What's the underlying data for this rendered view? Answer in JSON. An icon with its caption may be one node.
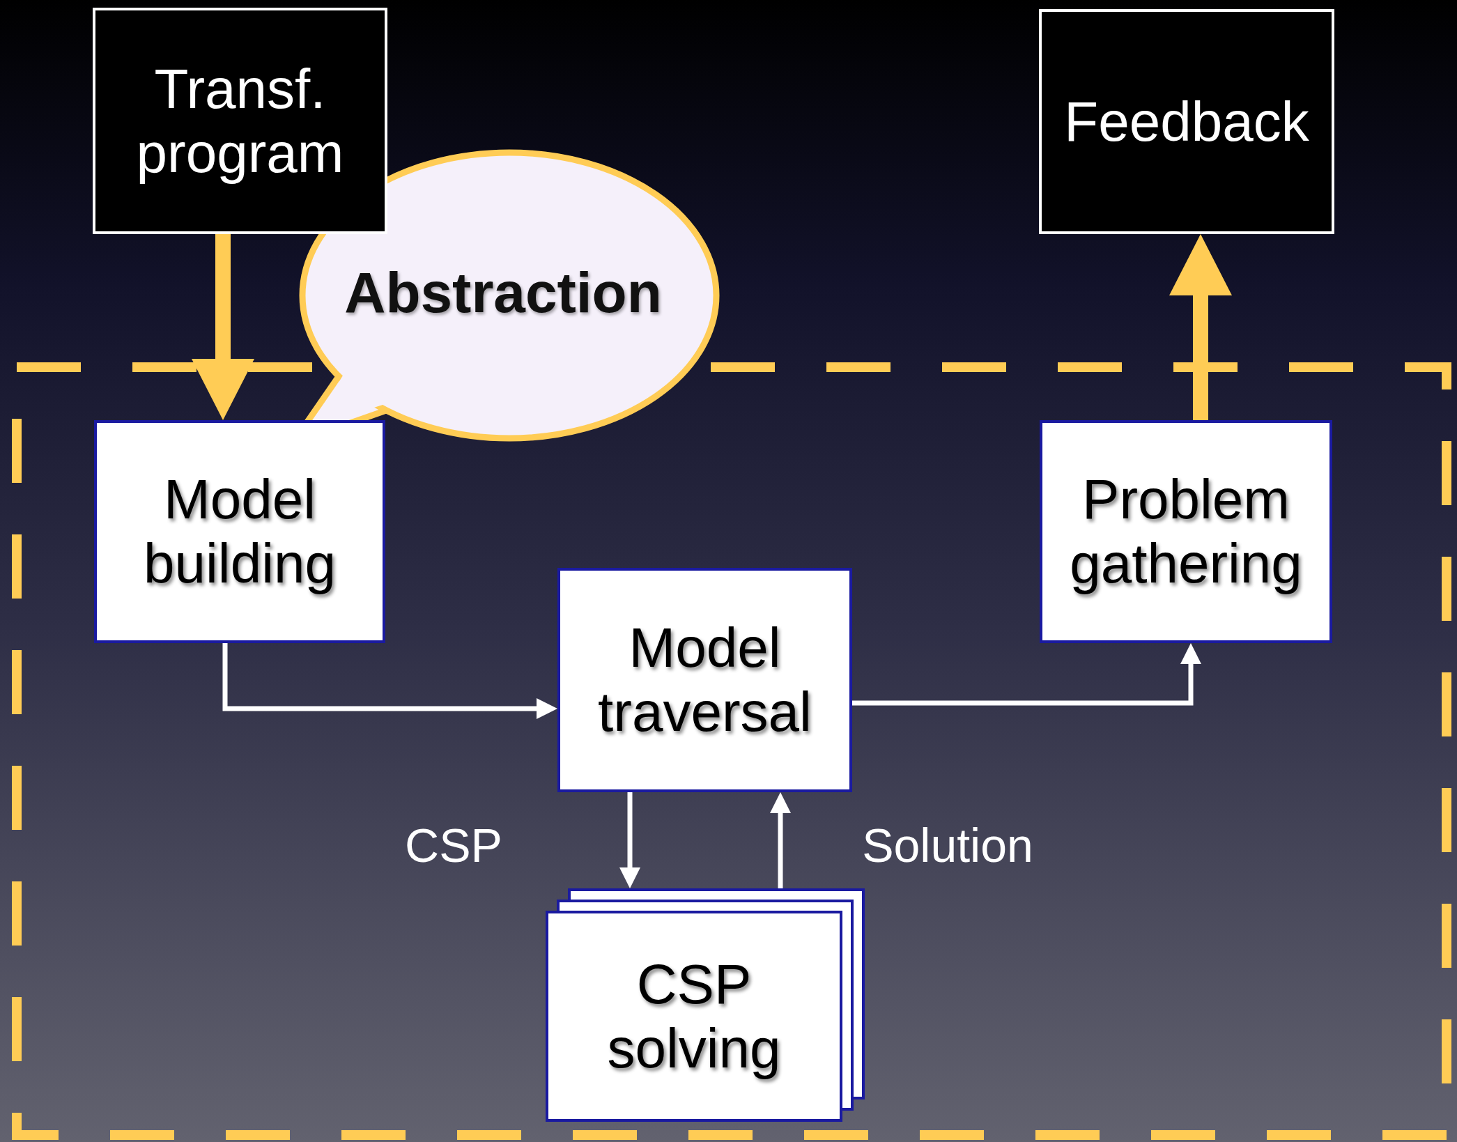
{
  "diagram": {
    "nodes": [
      {
        "text": [
          "Transf. program"
        ]
      },
      {
        "text": [
          "Abstraction"
        ]
      },
      {
        "text": [
          "Feedback"
        ]
      },
      {
        "text": [],
        "shape": "box"
      },
      {
        "text": [
          "Model building"
        ],
        "in": 3
      },
      {
        "text": [
          "Problem gathering"
        ],
        "in": 3
      },
      {
        "text": [
          "Model traversal"
        ],
        "in": 3
      },
      {
        "text": [
          "CSP solving"
        ],
        "in": 3
      }
    ],
    "edges": [
      {
        "from": 0,
        "to": 4,
        "arrow": "to",
        "style": "thick",
        "color": "#ffcc55"
      },
      {
        "from": 4,
        "to": 6,
        "arrow": "to"
      },
      {
        "from": 6,
        "to": 5,
        "arrow": "to"
      },
      {
        "from": 6,
        "to": 7,
        "arrow": "to",
        "label": "CSP"
      },
      {
        "from": 7,
        "to": 6,
        "arrow": "to",
        "label": "Solution"
      },
      {
        "from": 5,
        "to": 2,
        "arrow": "to",
        "style": "thick",
        "color": "#ffcc55"
      }
    ]
  }
}
